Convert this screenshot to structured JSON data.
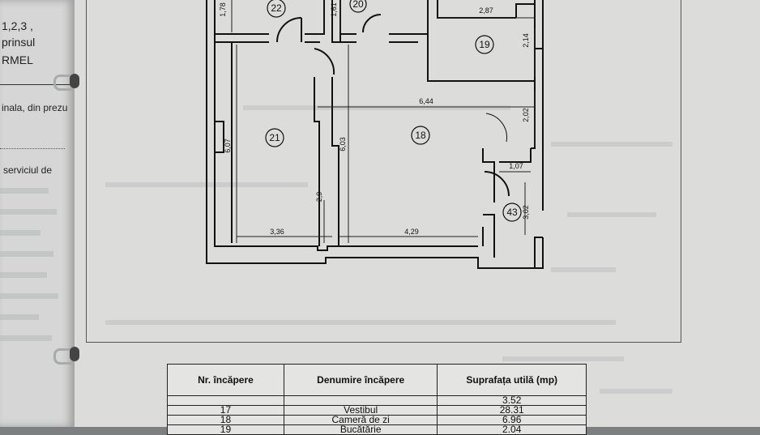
{
  "left_page": {
    "line1": "1,2,3 ,",
    "line2": "prinsul",
    "line3": "RMEL",
    "line4": "inala,  din prezu",
    "line5": "serviciul  de"
  },
  "floor_plan": {
    "rooms": [
      {
        "number": "22"
      },
      {
        "number": "20"
      },
      {
        "number": "19"
      },
      {
        "number": "21"
      },
      {
        "number": "18"
      },
      {
        "number": "43"
      }
    ],
    "dimensions": [
      "1,78",
      "1,61",
      "2,87",
      "2,14",
      "6,44",
      "2,02",
      "6,07",
      "6,03",
      "2,9",
      "1,07",
      "3,02",
      "3,36",
      "4,29"
    ]
  },
  "rooms_table": {
    "headers": [
      "Nr. încăpere",
      "Denumire încăpere",
      "Suprafața utilă (mp)"
    ],
    "rows": [
      {
        "nr": "",
        "name": "",
        "area": "3.52"
      },
      {
        "nr": "17",
        "name": "Vestibul",
        "area": "28.31"
      },
      {
        "nr": "18",
        "name": "Cameră de zi",
        "area": "6.96"
      },
      {
        "nr": "19",
        "name": "Bucătărie",
        "area": "2.04"
      }
    ]
  }
}
